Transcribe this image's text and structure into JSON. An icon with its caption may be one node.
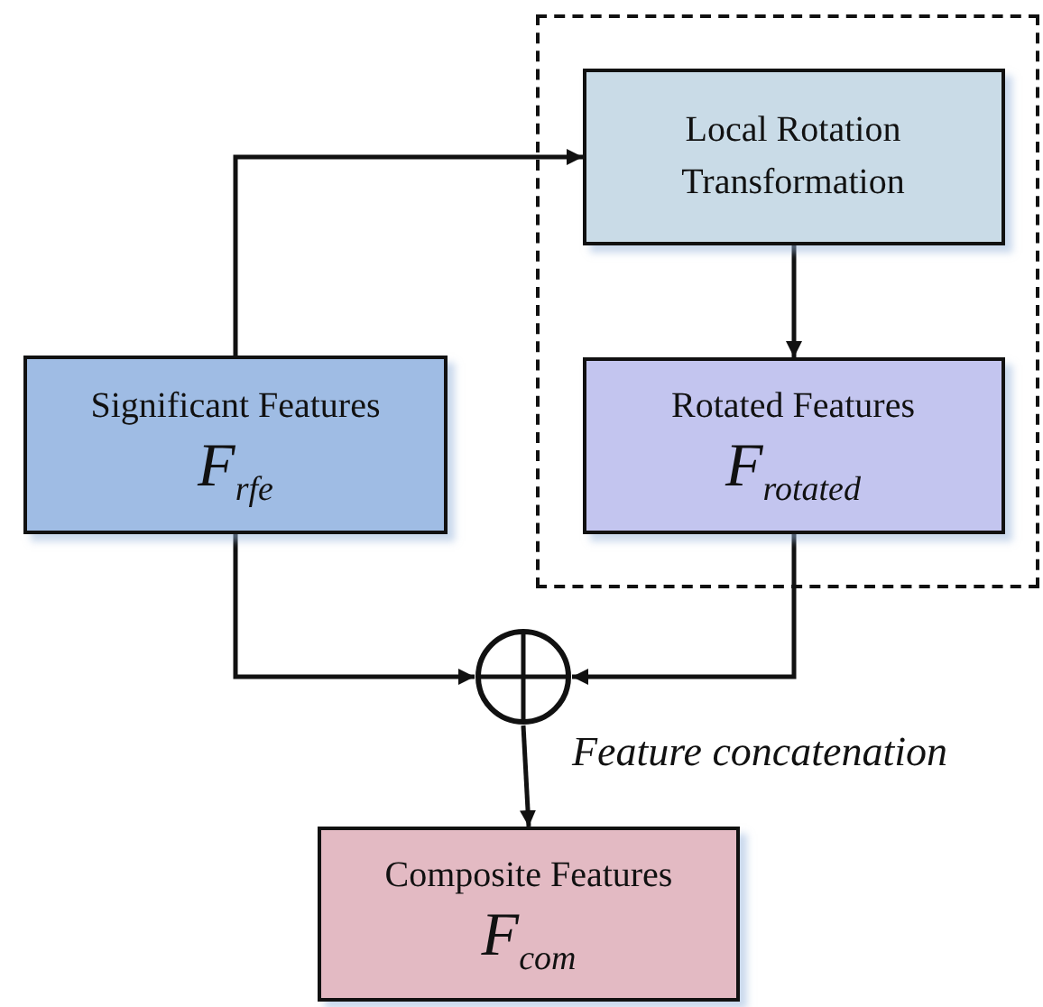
{
  "diagram": {
    "nodes": [
      {
        "text": [],
        "shape": "box"
      },
      {
        "text": [
          "Local Rotation Transformation"
        ],
        "in": 0
      },
      {
        "text": [
          "Rotated Features",
          "F$_{rotated}$"
        ],
        "in": 0
      },
      {
        "text": [
          "Significant Features",
          "F$_{rfe}$"
        ]
      },
      {
        "text": [],
        "shape": "circle",
        "beside": [
          "Feature concatenation"
        ]
      },
      {
        "text": [
          "Composite Features",
          "F$_{com}$"
        ]
      }
    ],
    "edges": [
      {
        "from": 3,
        "to": 1,
        "arrow": "to"
      },
      {
        "from": 1,
        "to": 2,
        "arrow": "to"
      },
      {
        "from": 3,
        "to": 4,
        "arrow": "to"
      },
      {
        "from": 2,
        "to": 4,
        "arrow": "to"
      },
      {
        "from": 4,
        "to": 5,
        "arrow": "to"
      }
    ]
  }
}
